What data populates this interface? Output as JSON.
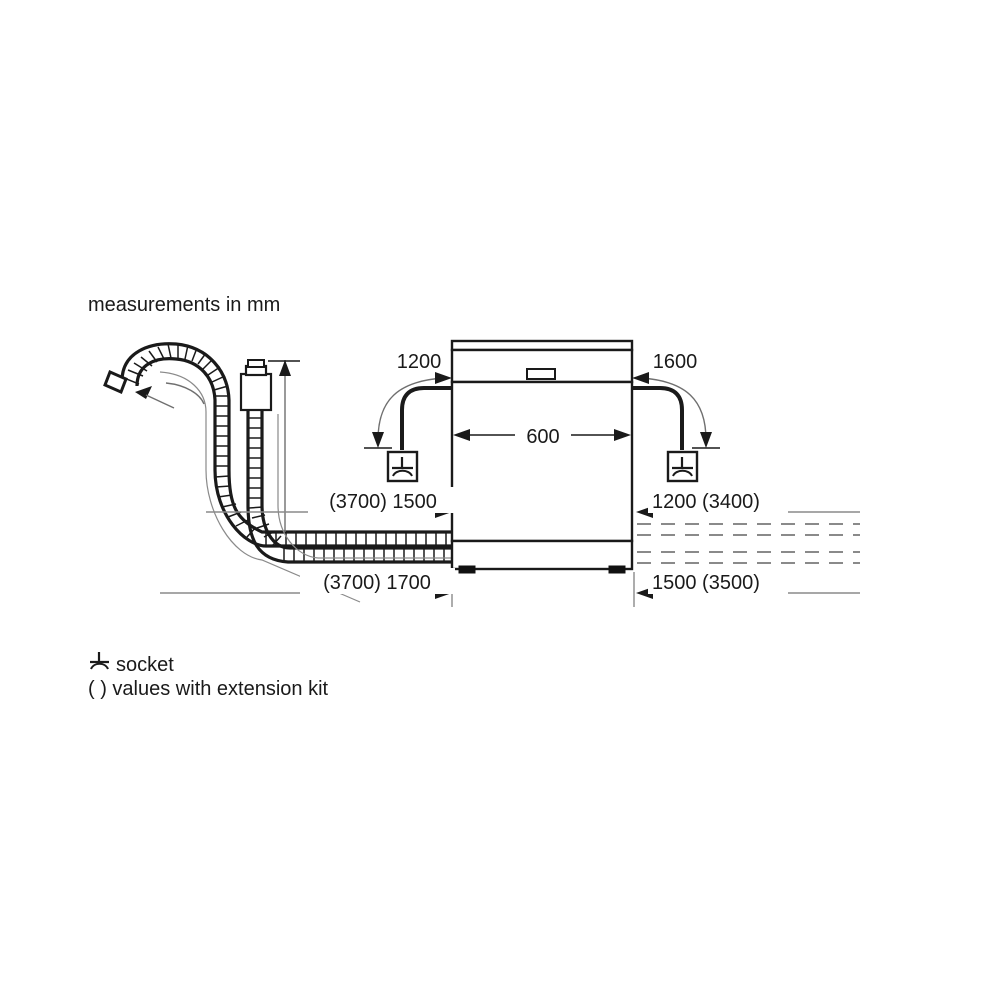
{
  "title_note": "measurements in mm",
  "appliance": {
    "name": "dishwasher",
    "width_label": "600"
  },
  "dimensions": {
    "top_left": "1200",
    "top_right": "1600",
    "width": "600",
    "mid_left": "(3700) 1500",
    "mid_right": "1200 (3400)",
    "bottom_left": "(3700) 1700",
    "bottom_right": "1500 (3500)"
  },
  "legend": {
    "socket_label": "socket",
    "extension_label": "( ) values with extension kit"
  },
  "icons": {
    "socket": "socket-icon",
    "hose_direction": "curved-arrow-icon",
    "aquastop": "aquastop-valve-icon"
  },
  "colors": {
    "line": "#1a1a1a",
    "thin_line": "#555555",
    "dashed": "#8a8a8a",
    "foot": "#111111",
    "background": "#ffffff"
  }
}
